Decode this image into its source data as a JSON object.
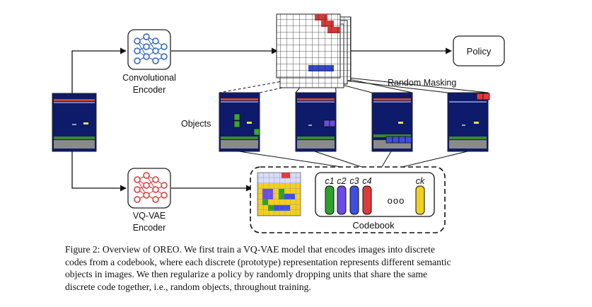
{
  "diagram": {
    "encoder_top": {
      "line1": "Convolutional",
      "line2": "Encoder"
    },
    "encoder_bottom": {
      "line1": "VQ-VAE",
      "line2": "Encoder"
    },
    "policy_label": "Policy",
    "random_masking_label": "Random Masking",
    "objects_label": "Objects",
    "codebook_label": "Codebook",
    "code_labels": [
      "c1",
      "c2",
      "c3",
      "c4",
      "ck"
    ],
    "code_colors": [
      "#2ea02e",
      "#6b4ce6",
      "#3d4fe0",
      "#e23a3a",
      "#f2d021"
    ],
    "ellipsis_symbol": "ooo"
  },
  "caption": {
    "lines": [
      "Figure 2: Overview of OREO. We first train a VQ-VAE model that encodes images into discrete",
      "codes from a codebook, where each discrete (prototype) representation represents different semantic",
      "objects in images. We then regularize a policy by randomly dropping units that share the same",
      "discrete code together, i.e., random objects, throughout training."
    ]
  }
}
